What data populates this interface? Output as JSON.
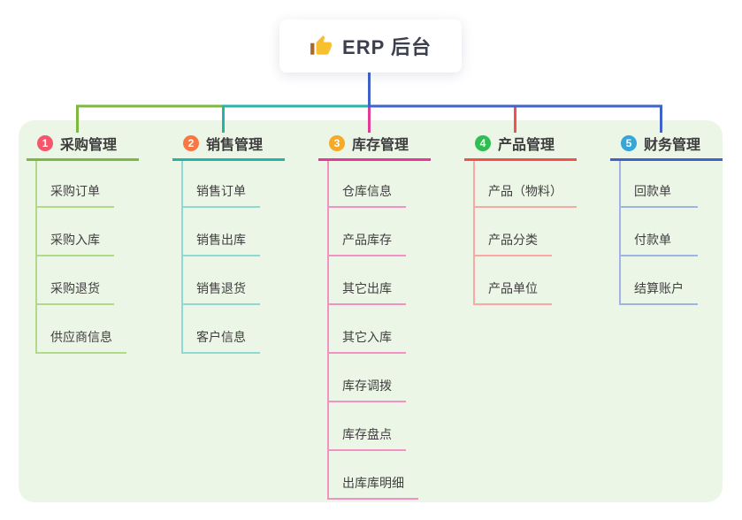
{
  "root": {
    "title": "ERP 后台",
    "icon": "thumbs-up-icon",
    "connector_color": "#3f63c8"
  },
  "canvas": {
    "background": "#ffffff",
    "panel_color": "#ecf6e7"
  },
  "branches": [
    {
      "badge": "1",
      "title": "采购管理",
      "badge_color": "#f4566c",
      "line_color": "#7cb93e",
      "child_line_color": "#b2d98a",
      "children": [
        "采购订单",
        "采购入库",
        "采购退货",
        "供应商信息"
      ]
    },
    {
      "badge": "2",
      "title": "销售管理",
      "badge_color": "#f87742",
      "line_color": "#26b3a9",
      "child_line_color": "#8fd9d2",
      "children": [
        "销售订单",
        "销售出库",
        "销售退货",
        "客户信息"
      ]
    },
    {
      "badge": "3",
      "title": "库存管理",
      "badge_color": "#e23c96",
      "line_color": "#e23c96",
      "child_line_color": "#f191c4",
      "badge_color_real": "#f7a928",
      "children": [
        "仓库信息",
        "产品库存",
        "其它出库",
        "其它入库",
        "库存调拨",
        "库存盘点",
        "出库库明细"
      ]
    },
    {
      "badge": "4",
      "title": "产品管理",
      "badge_color": "#2fbe52",
      "line_color": "#f4504e",
      "child_line_color": "#f9a8a4",
      "children": [
        "产品（物料）",
        "产品分类",
        "产品单位"
      ]
    },
    {
      "badge": "5",
      "title": "财务管理",
      "badge_color": "#35a6da",
      "line_color": "#3f63c8",
      "child_line_color": "#9fb4e4",
      "children": [
        "回款单",
        "付款单",
        "结算账户"
      ]
    }
  ]
}
